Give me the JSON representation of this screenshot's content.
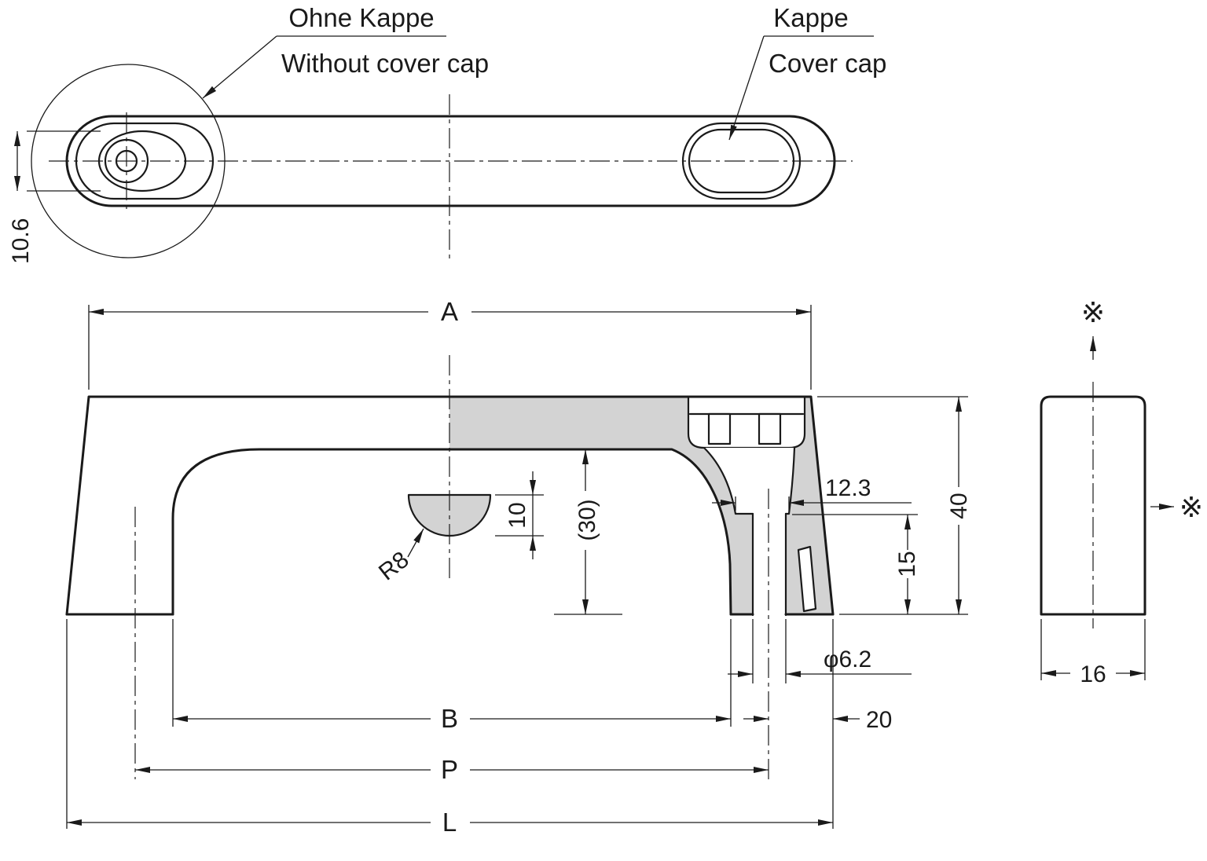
{
  "drawing": {
    "title_labels": {
      "ohne_kappe": "Ohne Kappe",
      "without_cover_cap": "Without cover cap",
      "kappe": "Kappe",
      "cover_cap": "Cover cap"
    },
    "dimensions": {
      "slot_height": "10.6",
      "overall_top_width": "A",
      "inner_width": "B",
      "hole_pitch": "P",
      "overall_length": "L",
      "inner_height": "(30)",
      "boss_height": "10",
      "boss_radius": "R8",
      "counterbore_width": "12.3",
      "leg_section_height": "15",
      "screw_hole_dia": "φ6.2",
      "end_offset": "20",
      "overall_height": "40",
      "depth": "16"
    },
    "reference_marks": {
      "top": "※",
      "side": "※"
    },
    "colors": {
      "line": "#1a1a1a",
      "section_fill": "#d3d3d3",
      "background": "#ffffff"
    }
  }
}
